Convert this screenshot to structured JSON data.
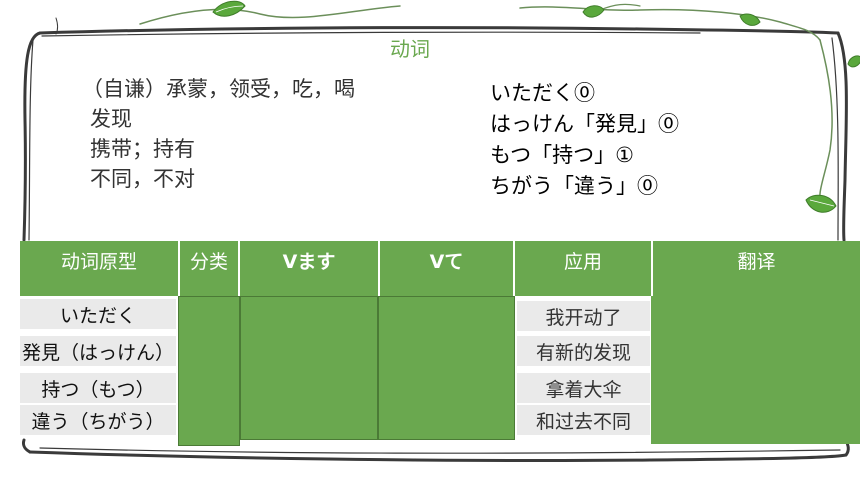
{
  "heading": "动词",
  "meanings": [
    "（自谦）承蒙，领受，吃，喝",
    "发现",
    "携带；持有",
    "不同，不对"
  ],
  "readings": [
    "いただく⓪",
    "はっけん「発見」⓪",
    "もつ「持つ」①",
    "ちがう「違う」⓪"
  ],
  "table": {
    "headers": [
      "动词原型",
      "分类",
      "Vます",
      "Vて",
      "应用",
      "翻译"
    ],
    "rows": [
      {
        "word": "いただく",
        "usage": "我开动了"
      },
      {
        "word": "発見（はっけん）",
        "usage": "有新的发现"
      },
      {
        "word": "持つ（もつ）",
        "usage": "拿着大伞"
      },
      {
        "word": "違う（ちがう）",
        "usage": "和过去不同"
      }
    ]
  },
  "colors": {
    "green": "#6aa84f",
    "frame": "#3a3a3a",
    "cell_bg": "#eaeaea",
    "leaf": "#5aa83c"
  }
}
